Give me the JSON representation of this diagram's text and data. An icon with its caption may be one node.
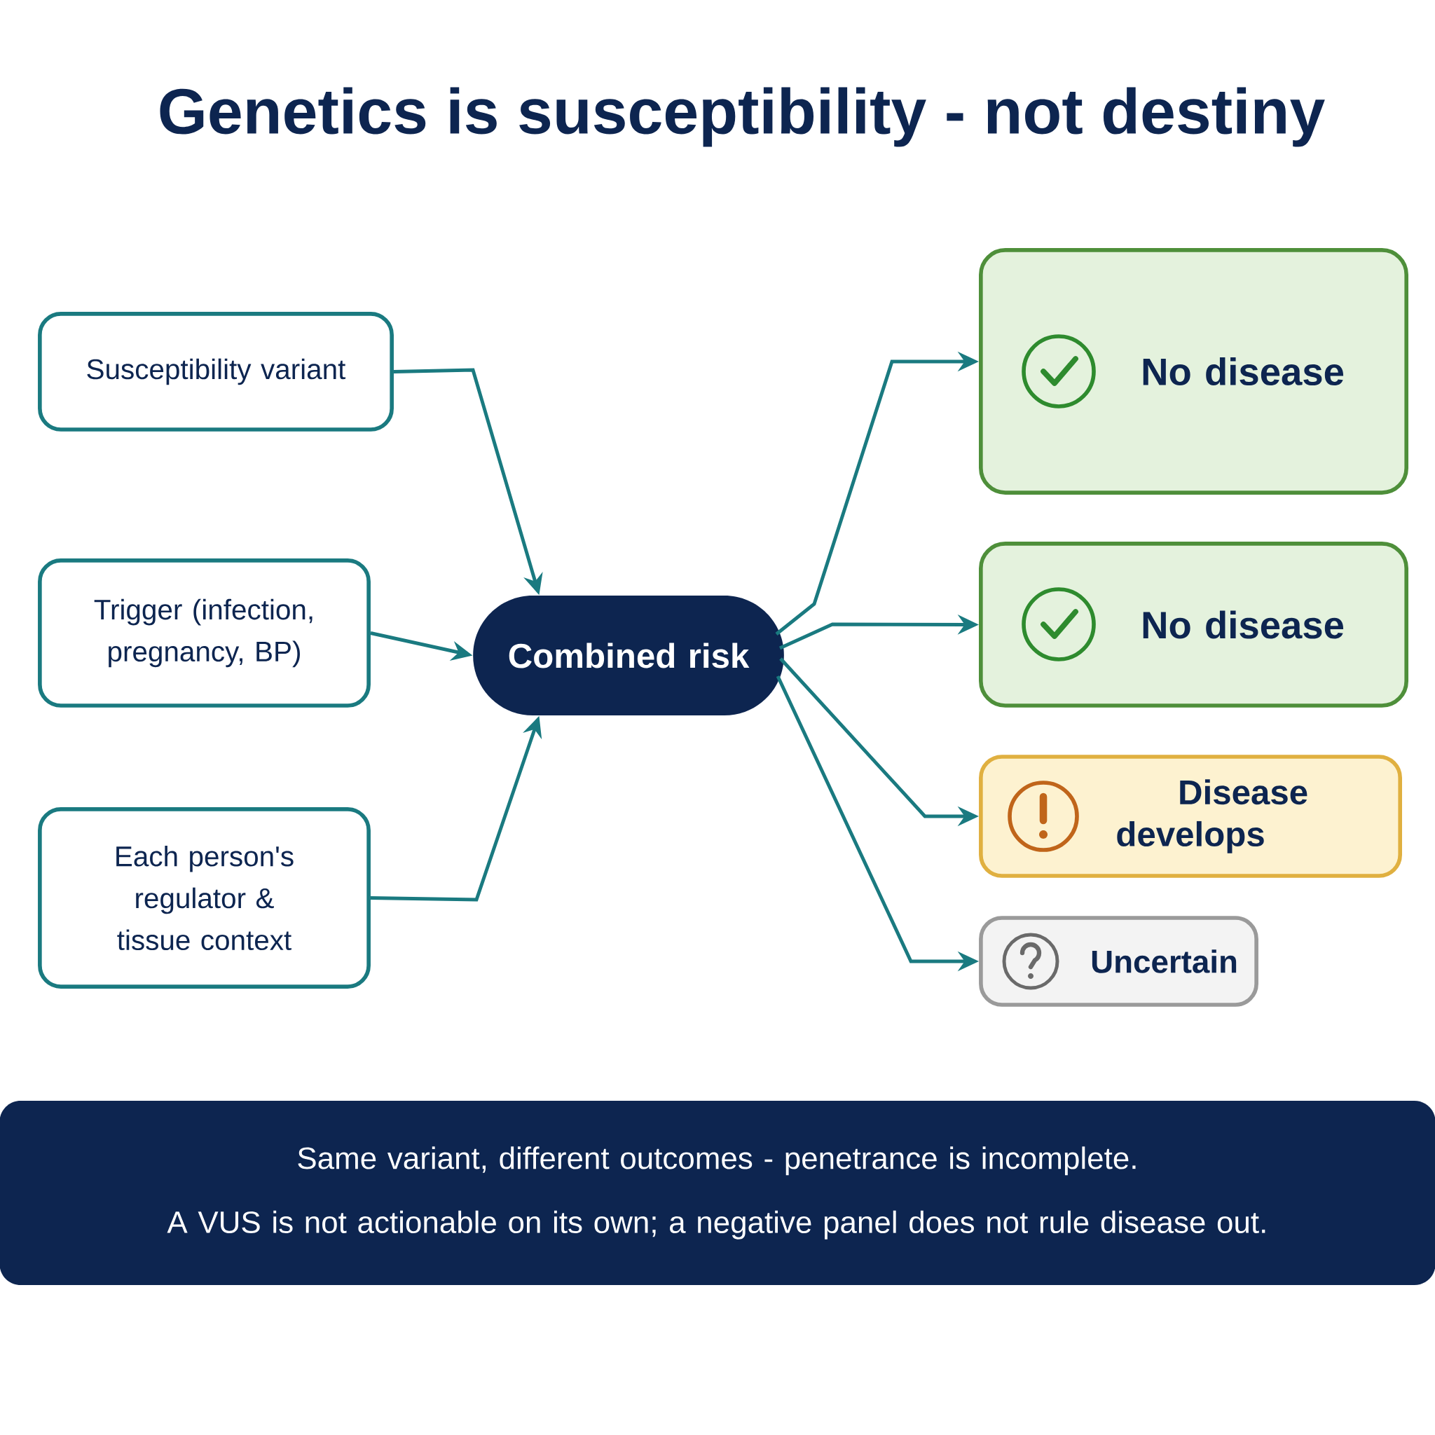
{
  "diagram": {
    "title": "Genetics is susceptibility - not destiny",
    "nodes": [
      {
        "text": [
          "Susceptibility variant"
        ]
      },
      {
        "text": [
          "Trigger (infection, pregnancy, BP)"
        ]
      },
      {
        "text": [
          "Each person's regulator & tissue context"
        ]
      },
      {
        "text": [
          "Combined risk"
        ]
      },
      {
        "text": [
          "No disease"
        ]
      },
      {
        "text": [
          "No disease"
        ]
      },
      {
        "text": [
          "Disease develops"
        ]
      },
      {
        "text": [
          "Uncertain"
        ]
      },
      {
        "text": [
          "Same variant, different outcomes - penetrance is incomplete.",
          "A VUS is not actionable on its own; a negative panel does not rule disease out."
        ]
      }
    ],
    "edges": [
      {
        "from": 0,
        "to": 3,
        "arrow": "to"
      },
      {
        "from": 1,
        "to": 3,
        "arrow": "to"
      },
      {
        "from": 2,
        "to": 3,
        "arrow": "to"
      },
      {
        "from": 3,
        "to": 4,
        "arrow": "to"
      },
      {
        "from": 3,
        "to": 5,
        "arrow": "to"
      },
      {
        "from": 3,
        "to": 6,
        "arrow": "to"
      },
      {
        "from": 3,
        "to": 7,
        "arrow": "to"
      }
    ]
  }
}
